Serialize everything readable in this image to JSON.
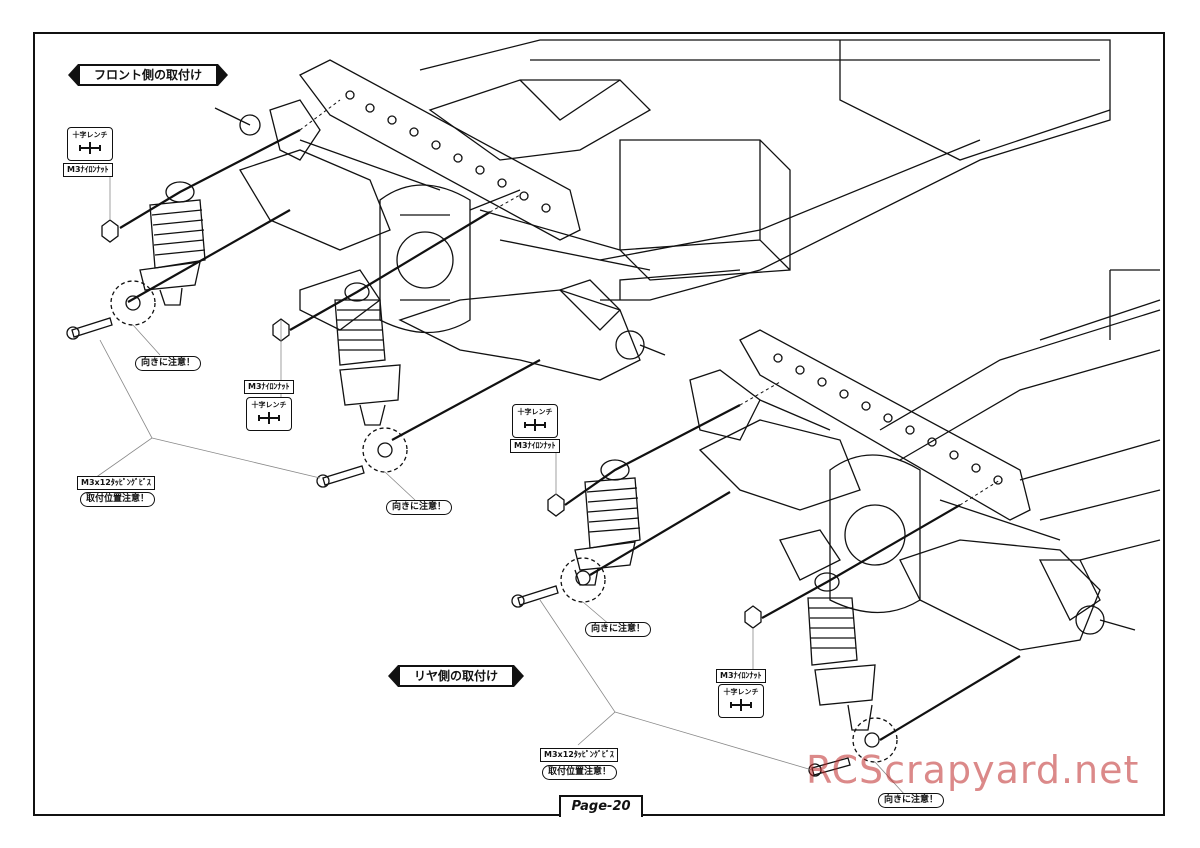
{
  "headers": {
    "front": "フロント側の取付け",
    "rear": "リヤ側の取付け"
  },
  "notes": {
    "orientation_1": "向きに注意！",
    "orientation_2": "向きに注意！",
    "orientation_3": "向きに注意！",
    "orientation_4": "向きに注意！",
    "position_front": "取付位置注意！",
    "position_rear": "取付位置注意！"
  },
  "parts": {
    "nut_1": "M3ﾅｲﾛﾝﾅｯﾄ",
    "nut_2": "M3ﾅｲﾛﾝﾅｯﾄ",
    "nut_3": "M3ﾅｲﾛﾝﾅｯﾄ",
    "nut_4": "M3ﾅｲﾛﾝﾅｯﾄ",
    "screw_front": "M3x12ﾀｯﾋﾟﾝｸﾞﾋﾞｽ",
    "screw_rear": "M3x12ﾀｯﾋﾟﾝｸﾞﾋﾞｽ"
  },
  "tools": {
    "wrench_1": "十字レンチ",
    "wrench_2": "十字レンチ",
    "wrench_3": "十字レンチ",
    "wrench_4": "十字レンチ"
  },
  "page": "Page-20",
  "watermark": "RCScrapyard.net",
  "colors": {
    "line": "#111111",
    "watermark": "#be2828"
  }
}
